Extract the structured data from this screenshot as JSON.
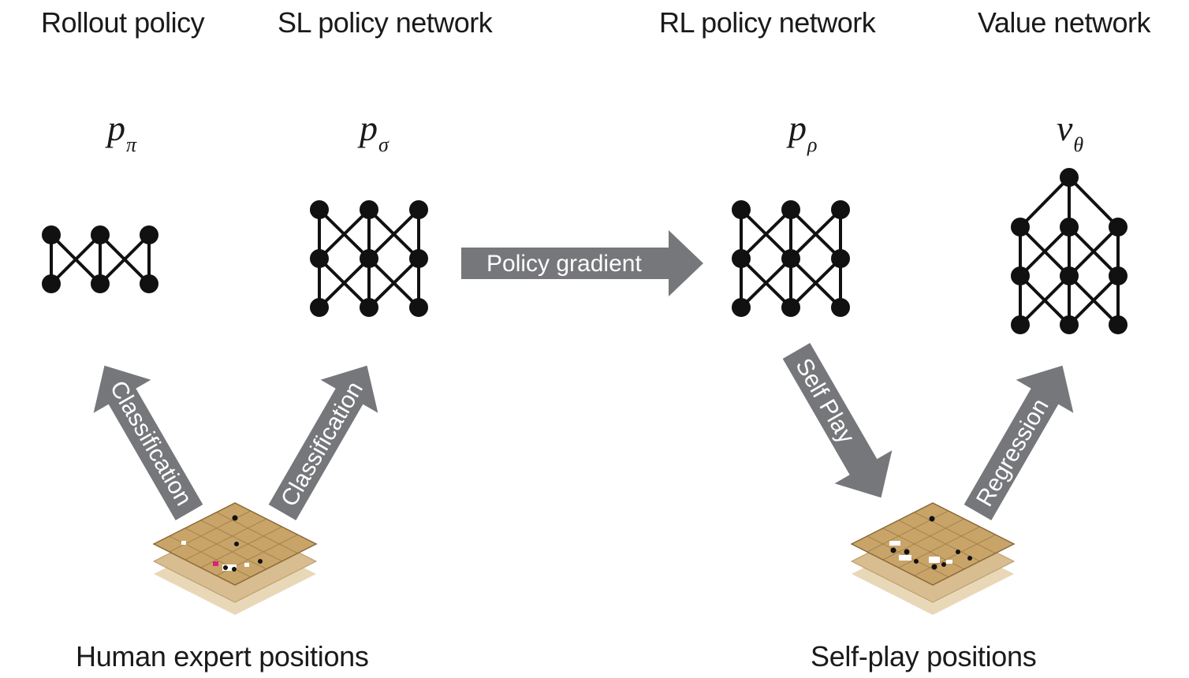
{
  "titles": {
    "rollout": "Rollout policy",
    "sl": "SL policy network",
    "rl": "RL policy network",
    "value": "Value network"
  },
  "symbols": {
    "rollout": {
      "base": "p",
      "sub": "π"
    },
    "sl": {
      "base": "p",
      "sub": "σ"
    },
    "rl": {
      "base": "p",
      "sub": "ρ"
    },
    "value": {
      "base": "v",
      "sub": "θ"
    }
  },
  "arrows": {
    "policy_gradient": "Policy gradient",
    "classification_left": "Classification",
    "classification_right": "Classification",
    "self_play": "Self Play",
    "regression": "Regression"
  },
  "bottom": {
    "human": "Human expert positions",
    "selfplay": "Self-play positions"
  },
  "colors": {
    "arrow": "#76777a",
    "network": "#111111",
    "board": "#c9a468",
    "board_grid": "#8a6a3a"
  }
}
